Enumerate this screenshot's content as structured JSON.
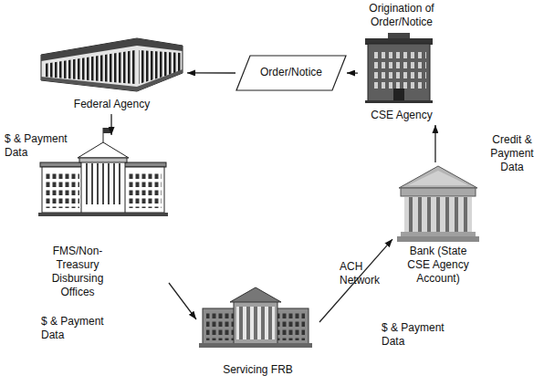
{
  "diagram": {
    "nodes": [
      {
        "text": [
          "Federal Agency"
        ]
      },
      {
        "text": [
          "Order/Notice"
        ]
      },
      {
        "text": [
          "Origination of Order/Notice",
          "CSE Agency"
        ]
      },
      {
        "text": [
          "FMS/Non-Treasury Disbursing Offices"
        ]
      },
      {
        "text": [
          "Bank (State CSE Agency Account)"
        ]
      },
      {
        "text": [
          "Servicing FRB"
        ]
      }
    ],
    "edges": [
      {
        "from": 2,
        "to": 1,
        "arrow": "to"
      },
      {
        "from": 1,
        "to": 0,
        "arrow": "to"
      },
      {
        "from": 0,
        "to": 3,
        "label": "$ & Payment Data",
        "arrow": "to"
      },
      {
        "from": 3,
        "to": 5,
        "label": "$ & Payment Data",
        "arrow": "to"
      },
      {
        "from": 5,
        "to": 4,
        "label": "ACH Network",
        "arrow": "to"
      },
      {
        "from": 4,
        "to": 2,
        "label": "Credit & Payment Data",
        "arrow": "to"
      }
    ],
    "labels": [
      "$ & Payment Data"
    ]
  }
}
